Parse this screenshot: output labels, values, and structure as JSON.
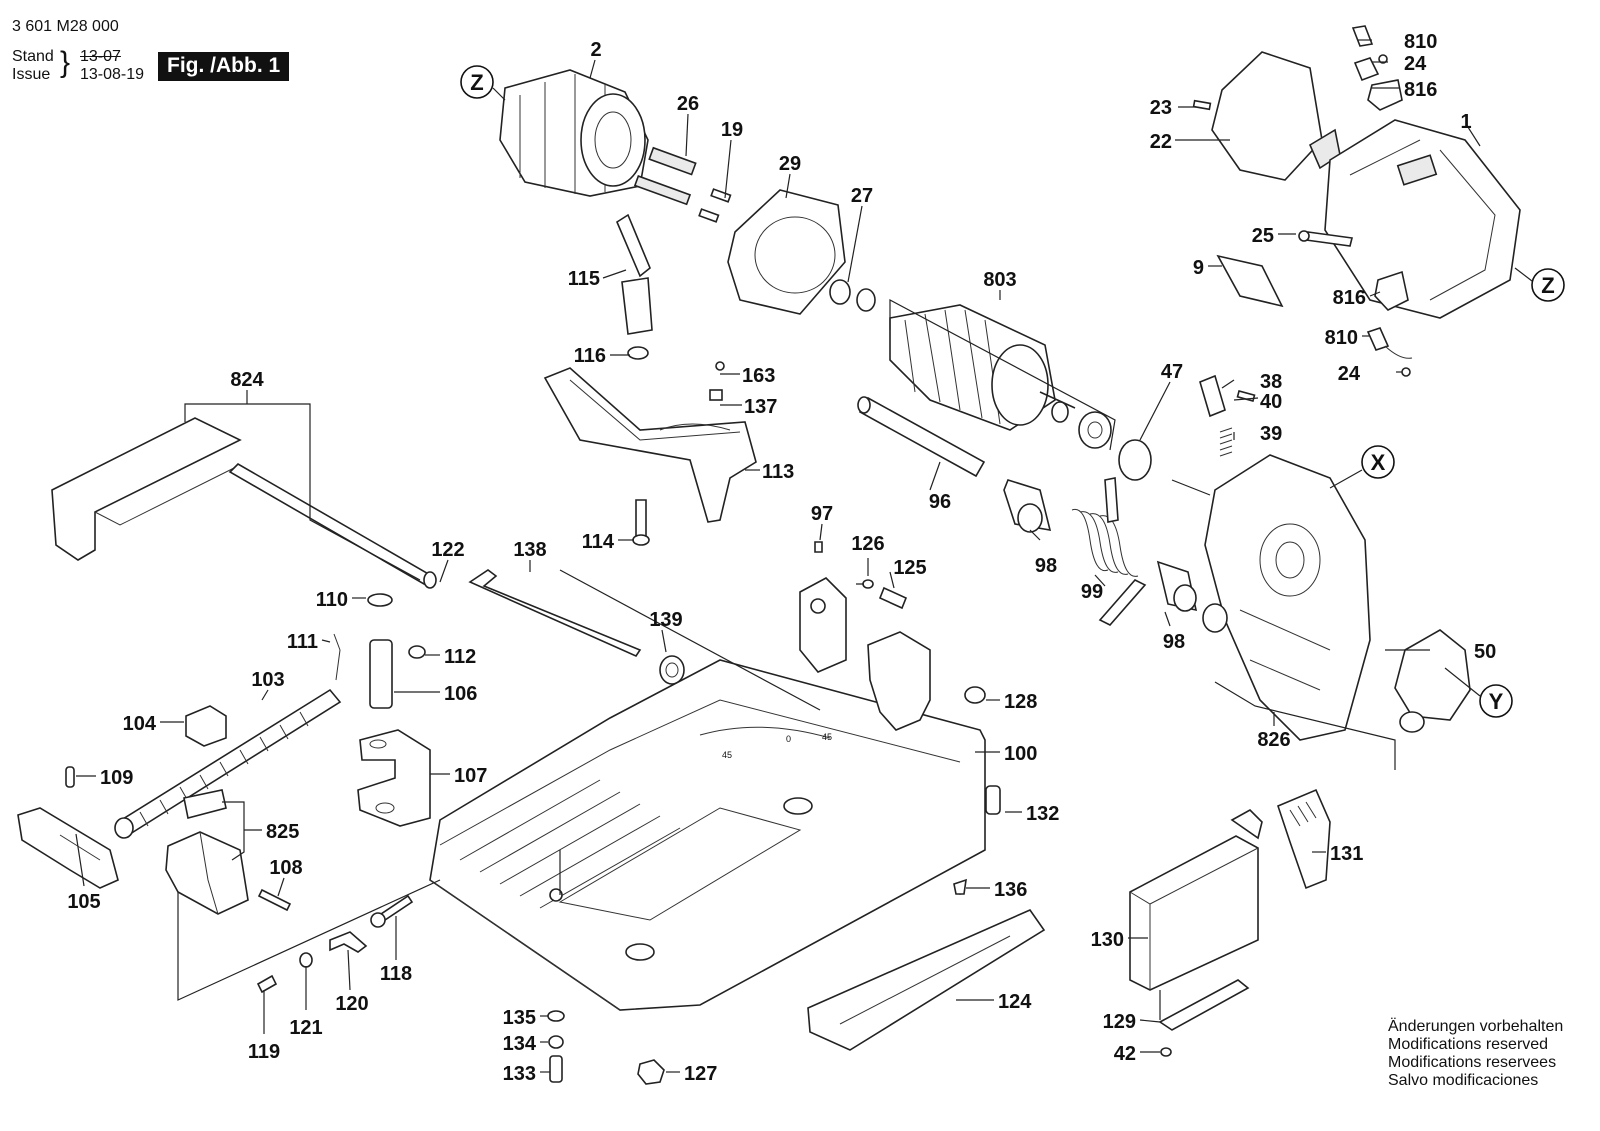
{
  "header": {
    "doc_number": "3 601 M28 000",
    "stand_label": "Stand",
    "issue_label": "Issue",
    "stand_old": "13-07",
    "issue_date": "13-08-19",
    "figure_label": "Fig. /Abb. 1"
  },
  "view_markers": [
    "Z",
    "Z",
    "X",
    "Y"
  ],
  "part_numbers": [
    "2",
    "26",
    "19",
    "29",
    "27",
    "115",
    "116",
    "163",
    "137",
    "113",
    "114",
    "803",
    "47",
    "96",
    "98",
    "99",
    "98",
    "38",
    "40",
    "39",
    "810",
    "24",
    "816",
    "23",
    "22",
    "1",
    "25",
    "9",
    "816",
    "810",
    "24",
    "824",
    "122",
    "138",
    "139",
    "110",
    "111",
    "112",
    "106",
    "103",
    "104",
    "107",
    "109",
    "825",
    "108",
    "105",
    "97",
    "126",
    "125",
    "128",
    "100",
    "132",
    "50",
    "826",
    "136",
    "118",
    "120",
    "121",
    "119",
    "135",
    "134",
    "133",
    "127",
    "124",
    "131",
    "130",
    "129",
    "42"
  ],
  "disclaimer": [
    "Änderungen vorbehalten",
    "Modifications reserved",
    "Modifications reservees",
    "Salvo modificaciones"
  ],
  "scale_marks": [
    "45",
    "0",
    "45"
  ]
}
